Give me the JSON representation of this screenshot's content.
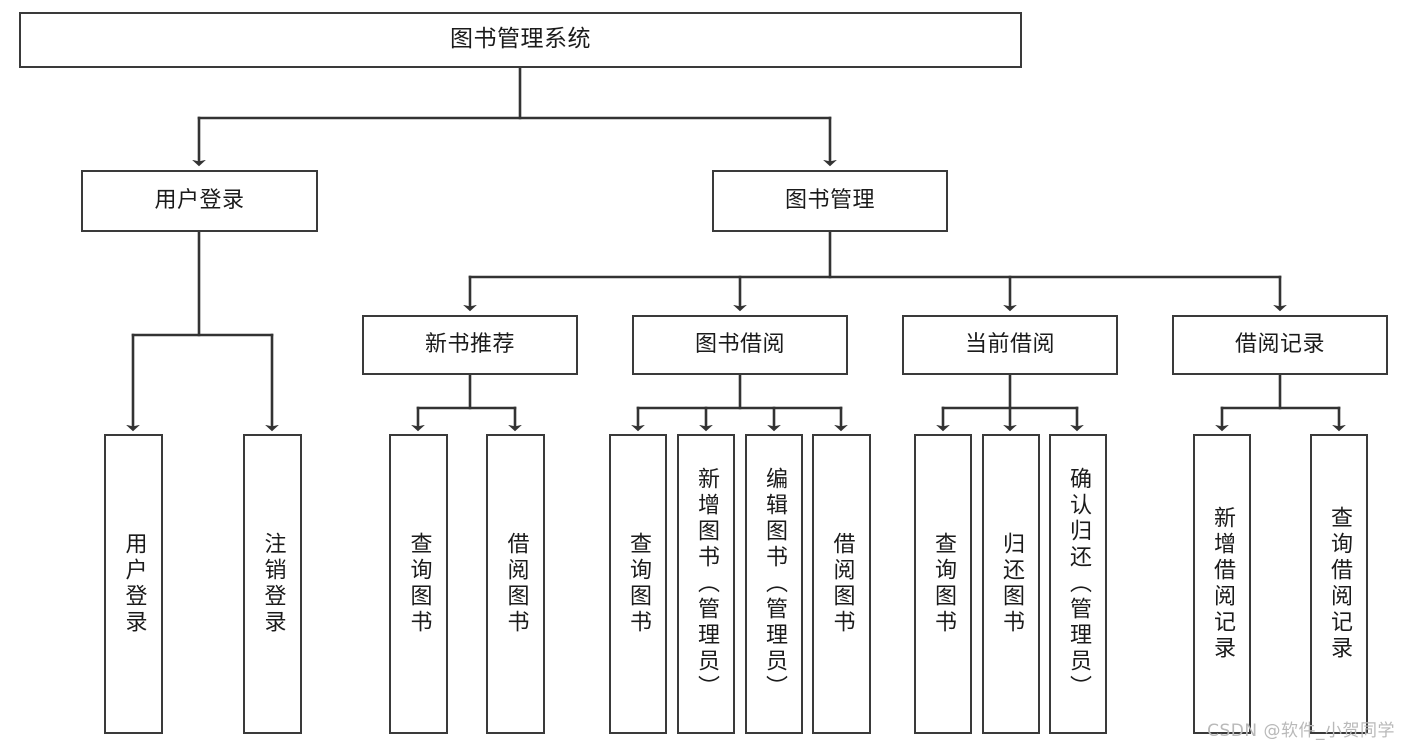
{
  "diagram": {
    "title": "图书管理系统",
    "type": "tree-hierarchy",
    "levels": 4,
    "colors": {
      "node_border": "#3a3a3a",
      "node_fill": "#ffffff",
      "connector": "#333333",
      "text": "#1b1b1b",
      "watermark": "#b9b9b9",
      "background": "#ffffff"
    }
  },
  "root": {
    "label": "图书管理系统"
  },
  "level2": [
    {
      "id": "user-login",
      "label": "用户登录"
    },
    {
      "id": "book-manage",
      "label": "图书管理"
    }
  ],
  "level3": [
    {
      "id": "new-book-recommend",
      "label": "新书推荐",
      "parent": "book-manage"
    },
    {
      "id": "book-borrow",
      "label": "图书借阅",
      "parent": "book-manage"
    },
    {
      "id": "current-borrow",
      "label": "当前借阅",
      "parent": "book-manage"
    },
    {
      "id": "borrow-record",
      "label": "借阅记录",
      "parent": "book-manage"
    }
  ],
  "leaves": {
    "user_login": [
      {
        "id": "leaf-user-login",
        "label": "用户登录"
      },
      {
        "id": "leaf-logout",
        "label": "注销登录"
      }
    ],
    "new_book_recommend": [
      {
        "id": "leaf-query-book-1",
        "label": "查询图书"
      },
      {
        "id": "leaf-borrow-book-1",
        "label": "借阅图书"
      }
    ],
    "book_borrow": [
      {
        "id": "leaf-query-book-2",
        "label": "查询图书"
      },
      {
        "id": "leaf-add-book",
        "label": "新增图书（管理员）"
      },
      {
        "id": "leaf-edit-book",
        "label": "编辑图书（管理员）"
      },
      {
        "id": "leaf-borrow-book-2",
        "label": "借阅图书"
      }
    ],
    "current_borrow": [
      {
        "id": "leaf-query-book-3",
        "label": "查询图书"
      },
      {
        "id": "leaf-return-book",
        "label": "归还图书"
      },
      {
        "id": "leaf-confirm-return",
        "label": "确认归还（管理员）"
      }
    ],
    "borrow_record": [
      {
        "id": "leaf-add-record",
        "label": "新增借阅记录"
      },
      {
        "id": "leaf-query-record",
        "label": "查询借阅记录"
      }
    ]
  },
  "watermark": {
    "text": "CSDN @软件_小贺同学"
  }
}
